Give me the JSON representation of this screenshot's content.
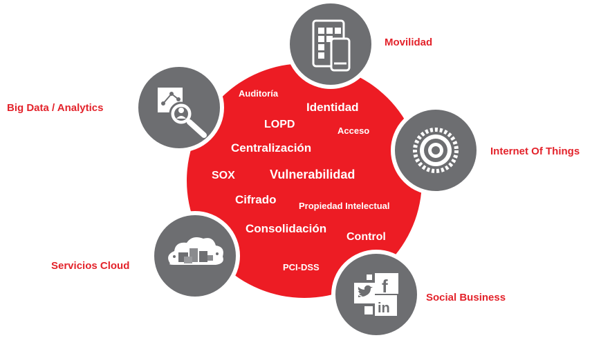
{
  "colors": {
    "accent": "#ed1c24",
    "accent_text": "#e3232b",
    "node_fill": "#6d6e71",
    "node_ring": "#ffffff",
    "background": "#ffffff"
  },
  "center": {
    "keywords": {
      "auditoria": "Auditoría",
      "identidad": "Identidad",
      "lopd": "LOPD",
      "acceso": "Acceso",
      "centralizacion": "Centralización",
      "sox": "SOX",
      "vulnerabilidad": "Vulnerabilidad",
      "cifrado": "Cifrado",
      "propiedad": "Propiedad Intelectual",
      "consolidacion": "Consolidación",
      "control": "Control",
      "pcidss": "PCI-DSS"
    }
  },
  "nodes": {
    "movilidad": {
      "label": "Movilidad",
      "icon": "mobile-devices-icon"
    },
    "iot": {
      "label": "Internet Of Things",
      "icon": "gear-chip-icon"
    },
    "social": {
      "label": "Social Business",
      "icon": "social-media-icon"
    },
    "cloud": {
      "label": "Servicios Cloud",
      "icon": "cloud-icon"
    },
    "bigdata": {
      "label": "Big Data / Analytics",
      "icon": "analytics-magnifier-icon"
    }
  }
}
